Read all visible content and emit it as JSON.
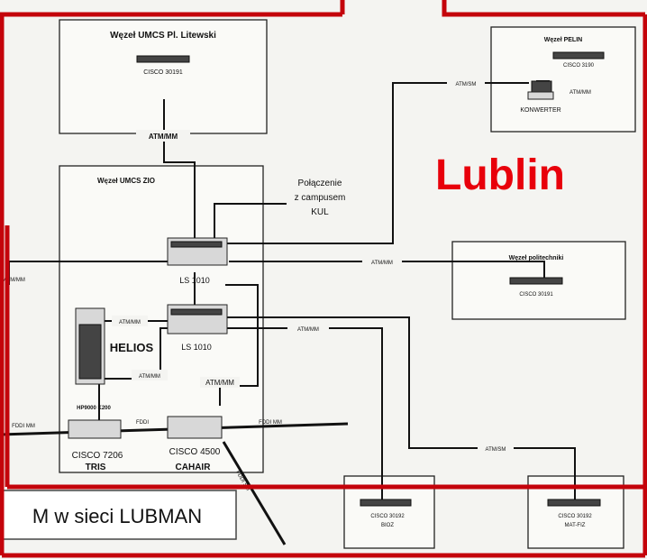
{
  "nodes": {
    "umcs_litewski": {
      "title": "Węzeł UMCS Pl. Litewski",
      "device": "CISCO 30191"
    },
    "pelin": {
      "title": "Węzeł PELIN",
      "device": "CISCO 3190",
      "converter": "KONWERTER",
      "link": "ATM/MM"
    },
    "umcs_zio": {
      "title": "Węzeł UMCS ZIO"
    },
    "politechnika": {
      "title": "Węzeł politechniki",
      "device": "CISCO 30191"
    },
    "bioz": {
      "device": "CISCO 30192",
      "name": "BIOZ"
    },
    "mat": {
      "device": "CISCO 30192",
      "name": "MAT-FIZ"
    }
  },
  "devices": {
    "ls_top": "LS 1010",
    "ls_bottom": "LS 1010",
    "helios": "HELIOS",
    "hp": "HP9000 K200",
    "cisco7206": "CISCO 7206",
    "tris": "TRIS",
    "cisco4500": "CISCO 4500",
    "cahair": "CAHAIR"
  },
  "links": {
    "atm_mm": "ATM/MM",
    "atm_sm": "ATM/SM",
    "fddi": "FDDI",
    "fddi_mm": "FDDI MM",
    "fddi_sm": "FDDI SM",
    "left_fragment": "ATM/MM"
  },
  "annotations": {
    "kul": [
      "Połączenie",
      "z campusem",
      "KUL"
    ],
    "city": "Lublin",
    "caption": "M w sieci LUBMAN"
  },
  "colors": {
    "frame": "#c4030b",
    "title_text": "#e8000b"
  }
}
